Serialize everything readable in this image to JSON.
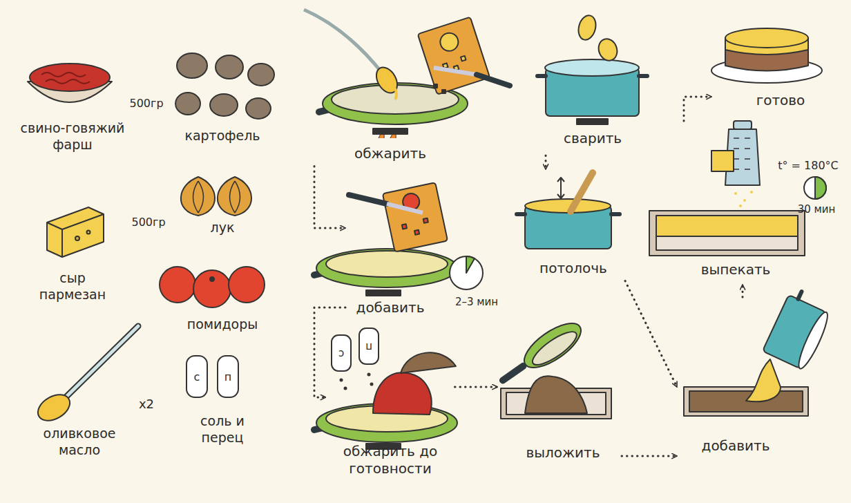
{
  "diagram": {
    "nodes": [
      {
        "text": [
          "обжарить"
        ]
      },
      {
        "text": [
          "добавить",
          "2–3 мин"
        ]
      },
      {
        "text": [
          "обжарить до готовности"
        ]
      },
      {
        "text": [
          "выложить"
        ]
      },
      {
        "text": [
          "сварить"
        ]
      },
      {
        "text": [
          "потолочь"
        ]
      },
      {
        "text": [
          "добавить"
        ]
      },
      {
        "text": [
          "выпекать",
          "t° = 180°C",
          "30 мин"
        ]
      },
      {
        "text": [
          "готово"
        ]
      }
    ],
    "edges": [
      {
        "from": 0,
        "to": 1,
        "arrow": "to"
      },
      {
        "from": 1,
        "to": 2,
        "arrow": "to"
      },
      {
        "from": 2,
        "to": 3,
        "arrow": "to"
      },
      {
        "from": 3,
        "to": 6,
        "arrow": "to"
      },
      {
        "from": 4,
        "to": 5,
        "arrow": "to"
      },
      {
        "from": 5,
        "to": 6,
        "arrow": "to"
      },
      {
        "from": 6,
        "to": 7,
        "arrow": "to"
      },
      {
        "from": 7,
        "to": 8,
        "arrow": "to"
      }
    ],
    "labels": [
      "свино-говяжий фарш",
      "500гр",
      "картофель",
      "сыр пармезан",
      "500гр",
      "лук",
      "помидоры",
      "оливковое масло",
      "x2",
      "соль и перец",
      "с",
      "п",
      "с",
      "п"
    ]
  }
}
